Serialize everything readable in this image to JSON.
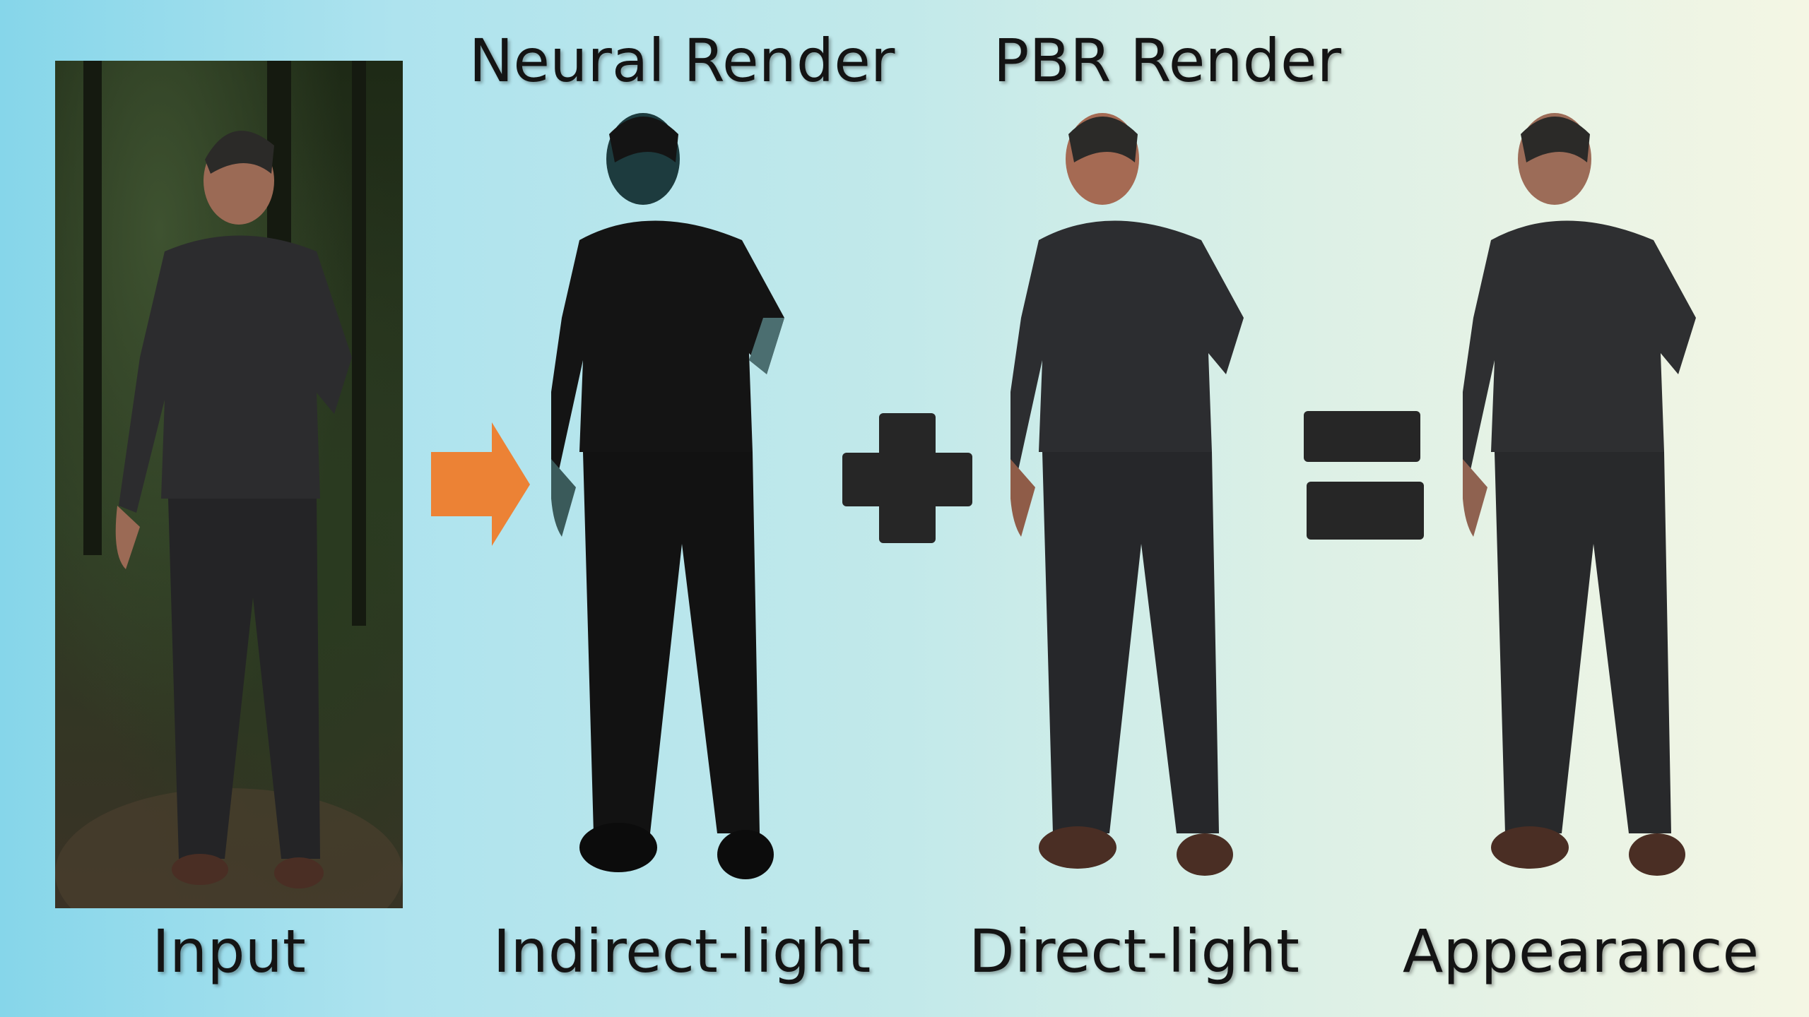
{
  "headers": {
    "neural_render": "Neural Render",
    "pbr_render": "PBR Render"
  },
  "labels": {
    "input": "Input",
    "indirect_light": "Indirect-light",
    "direct_light": "Direct-light",
    "appearance": "Appearance"
  },
  "operators": {
    "arrow": "arrow-right-icon",
    "plus": "plus-icon",
    "equals": "equals-icon"
  },
  "colors": {
    "arrow": "#ec8235",
    "operator": "#262626",
    "background_left": "#86d6ea",
    "background_right": "#f4f6e4"
  }
}
